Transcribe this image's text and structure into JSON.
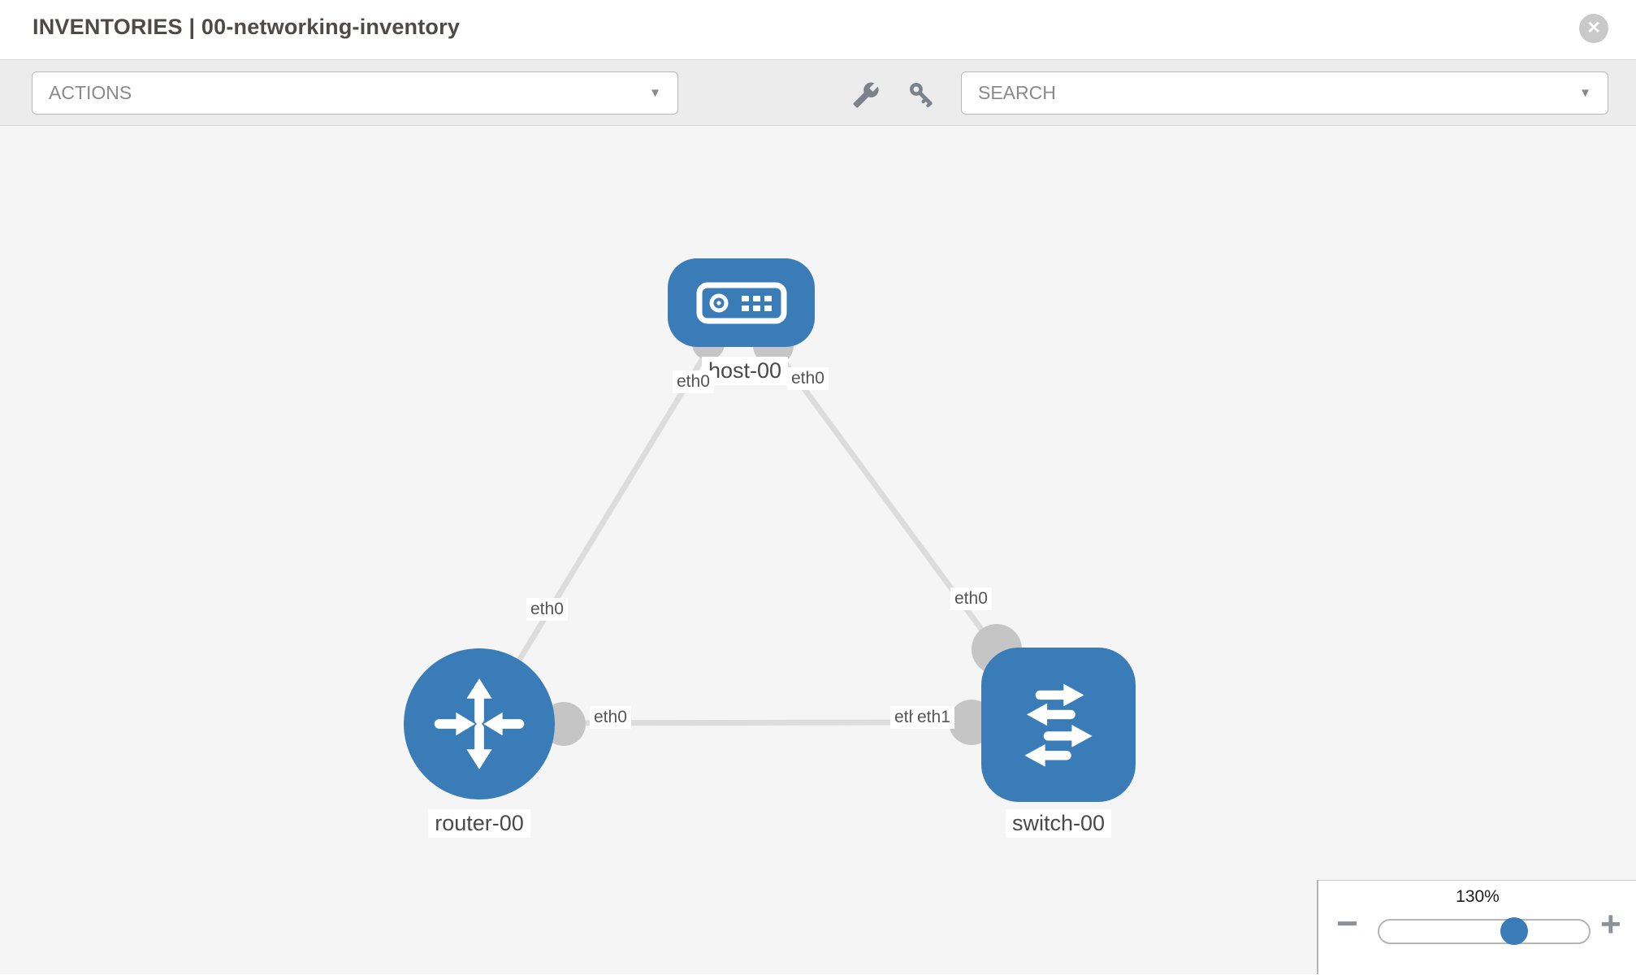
{
  "header": {
    "title": "INVENTORIES | 00-networking-inventory"
  },
  "toolbar": {
    "actions_placeholder": "ACTIONS",
    "search_placeholder": "SEARCH",
    "icon_names": [
      "wrench-icon",
      "key-icon"
    ]
  },
  "glyphs": {
    "close": "✕",
    "caret": "▼",
    "minus": "−",
    "plus": "+"
  },
  "topology": {
    "nodes": [
      {
        "id": "host-00",
        "type": "host",
        "label": "host-00"
      },
      {
        "id": "router-00",
        "type": "router",
        "label": "router-00"
      },
      {
        "id": "switch-00",
        "type": "switch",
        "label": "switch-00"
      }
    ],
    "links": [
      {
        "from": "host-00",
        "to": "router-00",
        "from_interface": "eth0",
        "to_interface": "eth0"
      },
      {
        "from": "host-00",
        "to": "switch-00",
        "from_interface": "eth0",
        "to_interface": "eth0"
      },
      {
        "from": "router-00",
        "to": "switch-00",
        "from_interface": "eth0",
        "to_interface": "eth1"
      }
    ],
    "overlap": {
      "under": "eth0",
      "over": "eth1"
    }
  },
  "zoom_control": {
    "value": "130%"
  },
  "colors": {
    "node_blue": "#3a7cb8",
    "link_gray": "#dcdcdc",
    "connector_gray": "#c5c5c5",
    "toolbar_bg": "#ececec",
    "canvas_bg": "#f5f5f6"
  }
}
